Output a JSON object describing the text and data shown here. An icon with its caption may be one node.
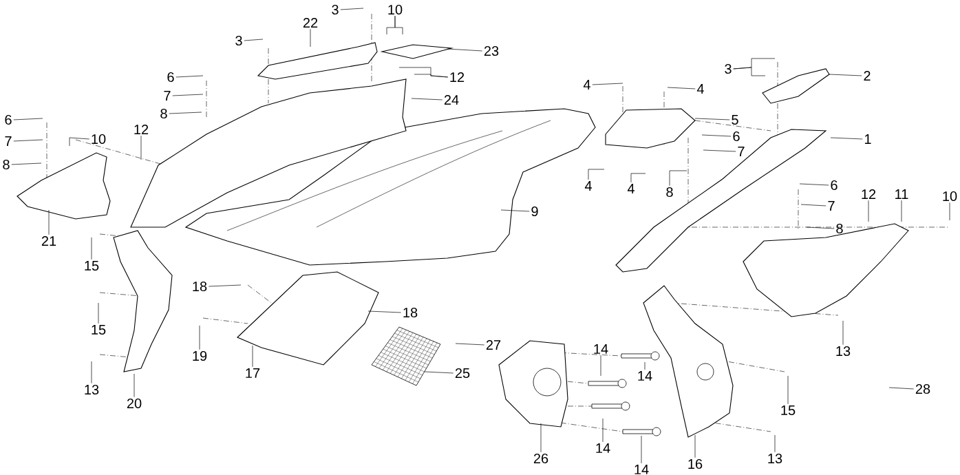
{
  "diagram": {
    "nodes": [
      {
        "text": [
          "3"
        ]
      },
      {
        "text": [
          "22"
        ]
      },
      {
        "text": [
          "3"
        ]
      },
      {
        "text": [
          "10"
        ]
      },
      {
        "text": [
          "23"
        ]
      },
      {
        "text": [
          "12"
        ]
      },
      {
        "text": [
          "6"
        ]
      },
      {
        "text": [
          "7"
        ]
      },
      {
        "text": [
          "8"
        ]
      },
      {
        "text": [
          "24"
        ]
      },
      {
        "text": [
          "6"
        ]
      },
      {
        "text": [
          "7"
        ]
      },
      {
        "text": [
          "8"
        ]
      },
      {
        "text": [
          "10"
        ]
      },
      {
        "text": [
          "12"
        ]
      },
      {
        "text": [
          "21"
        ]
      },
      {
        "text": [
          "15"
        ]
      },
      {
        "text": [
          "15"
        ]
      },
      {
        "text": [
          "13"
        ]
      },
      {
        "text": [
          "20"
        ]
      },
      {
        "text": [
          "18"
        ]
      },
      {
        "text": [
          "19"
        ]
      },
      {
        "text": [
          "17"
        ]
      },
      {
        "text": [
          "18"
        ]
      },
      {
        "text": [
          "27"
        ]
      },
      {
        "text": [
          "25"
        ]
      },
      {
        "text": [
          "9"
        ]
      },
      {
        "text": [
          "4"
        ]
      },
      {
        "text": [
          "4"
        ]
      },
      {
        "text": [
          "3"
        ]
      },
      {
        "text": [
          "2"
        ]
      },
      {
        "text": [
          "5"
        ]
      },
      {
        "text": [
          "1"
        ]
      },
      {
        "text": [
          "6"
        ]
      },
      {
        "text": [
          "7"
        ]
      },
      {
        "text": [
          "4"
        ]
      },
      {
        "text": [
          "4"
        ]
      },
      {
        "text": [
          "8"
        ]
      },
      {
        "text": [
          "6"
        ]
      },
      {
        "text": [
          "7"
        ]
      },
      {
        "text": [
          "8"
        ]
      },
      {
        "text": [
          "12"
        ]
      },
      {
        "text": [
          "11"
        ]
      },
      {
        "text": [
          "10"
        ]
      },
      {
        "text": [
          "13"
        ]
      },
      {
        "text": [
          "14"
        ]
      },
      {
        "text": [
          "14"
        ]
      },
      {
        "text": [
          "15"
        ]
      },
      {
        "text": [
          "28"
        ]
      },
      {
        "text": [
          "26"
        ]
      },
      {
        "text": [
          "14"
        ]
      },
      {
        "text": [
          "14"
        ]
      },
      {
        "text": [
          "16"
        ]
      },
      {
        "text": [
          "13"
        ]
      }
    ],
    "edges": [
      {
        "from": 0,
        "to": null,
        "arrow": "none"
      },
      {
        "from": 1,
        "to": null,
        "arrow": "none"
      },
      {
        "from": 2,
        "to": null,
        "arrow": "none"
      },
      {
        "from": 3,
        "to": null,
        "arrow": "none"
      },
      {
        "from": 3,
        "to": null,
        "arrow": "none"
      },
      {
        "from": 4,
        "to": null,
        "arrow": "none"
      },
      {
        "from": 5,
        "to": null,
        "arrow": "none"
      },
      {
        "from": 5,
        "to": null,
        "arrow": "none"
      },
      {
        "from": 6,
        "to": null,
        "arrow": "none"
      },
      {
        "from": 7,
        "to": null,
        "arrow": "none"
      },
      {
        "from": 8,
        "to": null,
        "arrow": "none"
      },
      {
        "from": 9,
        "to": null,
        "arrow": "none"
      },
      {
        "from": 10,
        "to": null,
        "arrow": "none"
      },
      {
        "from": 11,
        "to": null,
        "arrow": "none"
      },
      {
        "from": 12,
        "to": null,
        "arrow": "none"
      },
      {
        "from": 13,
        "to": null,
        "arrow": "none"
      },
      {
        "from": 14,
        "to": null,
        "arrow": "none"
      },
      {
        "from": 15,
        "to": null,
        "arrow": "none"
      },
      {
        "from": 16,
        "to": null,
        "arrow": "none"
      },
      {
        "from": 17,
        "to": null,
        "arrow": "none"
      },
      {
        "from": 18,
        "to": null,
        "arrow": "none"
      },
      {
        "from": 19,
        "to": null,
        "arrow": "none"
      },
      {
        "from": 20,
        "to": null,
        "arrow": "none"
      },
      {
        "from": 21,
        "to": null,
        "arrow": "none"
      },
      {
        "from": 22,
        "to": null,
        "arrow": "none"
      },
      {
        "from": 23,
        "to": null,
        "arrow": "none"
      },
      {
        "from": 24,
        "to": null,
        "arrow": "none"
      },
      {
        "from": 25,
        "to": null,
        "arrow": "none"
      },
      {
        "from": 26,
        "to": null,
        "arrow": "none"
      },
      {
        "from": 27,
        "to": null,
        "arrow": "none"
      },
      {
        "from": 28,
        "to": null,
        "arrow": "none"
      },
      {
        "from": 29,
        "to": null,
        "arrow": "none"
      },
      {
        "from": 29,
        "to": null,
        "arrow": "none"
      },
      {
        "from": 30,
        "to": null,
        "arrow": "none"
      },
      {
        "from": 31,
        "to": null,
        "arrow": "none"
      },
      {
        "from": 32,
        "to": null,
        "arrow": "none"
      },
      {
        "from": 33,
        "to": null,
        "arrow": "none"
      },
      {
        "from": 34,
        "to": null,
        "arrow": "none"
      },
      {
        "from": 35,
        "to": null,
        "arrow": "none"
      },
      {
        "from": 36,
        "to": null,
        "arrow": "none"
      },
      {
        "from": 37,
        "to": null,
        "arrow": "none"
      },
      {
        "from": 38,
        "to": null,
        "arrow": "none"
      },
      {
        "from": 39,
        "to": null,
        "arrow": "none"
      },
      {
        "from": 40,
        "to": null,
        "arrow": "none"
      },
      {
        "from": 41,
        "to": null,
        "arrow": "none"
      },
      {
        "from": 42,
        "to": null,
        "arrow": "none"
      },
      {
        "from": 43,
        "to": null,
        "arrow": "none"
      },
      {
        "from": 44,
        "to": null,
        "arrow": "none"
      },
      {
        "from": 45,
        "to": null,
        "arrow": "none"
      },
      {
        "from": 46,
        "to": null,
        "arrow": "none"
      },
      {
        "from": 47,
        "to": null,
        "arrow": "none"
      },
      {
        "from": 48,
        "to": null,
        "arrow": "none"
      },
      {
        "from": 49,
        "to": null,
        "arrow": "none"
      },
      {
        "from": 50,
        "to": null,
        "arrow": "none"
      },
      {
        "from": 51,
        "to": null,
        "arrow": "none"
      },
      {
        "from": 52,
        "to": null,
        "arrow": "none"
      },
      {
        "from": 53,
        "to": null,
        "arrow": "none"
      }
    ]
  }
}
